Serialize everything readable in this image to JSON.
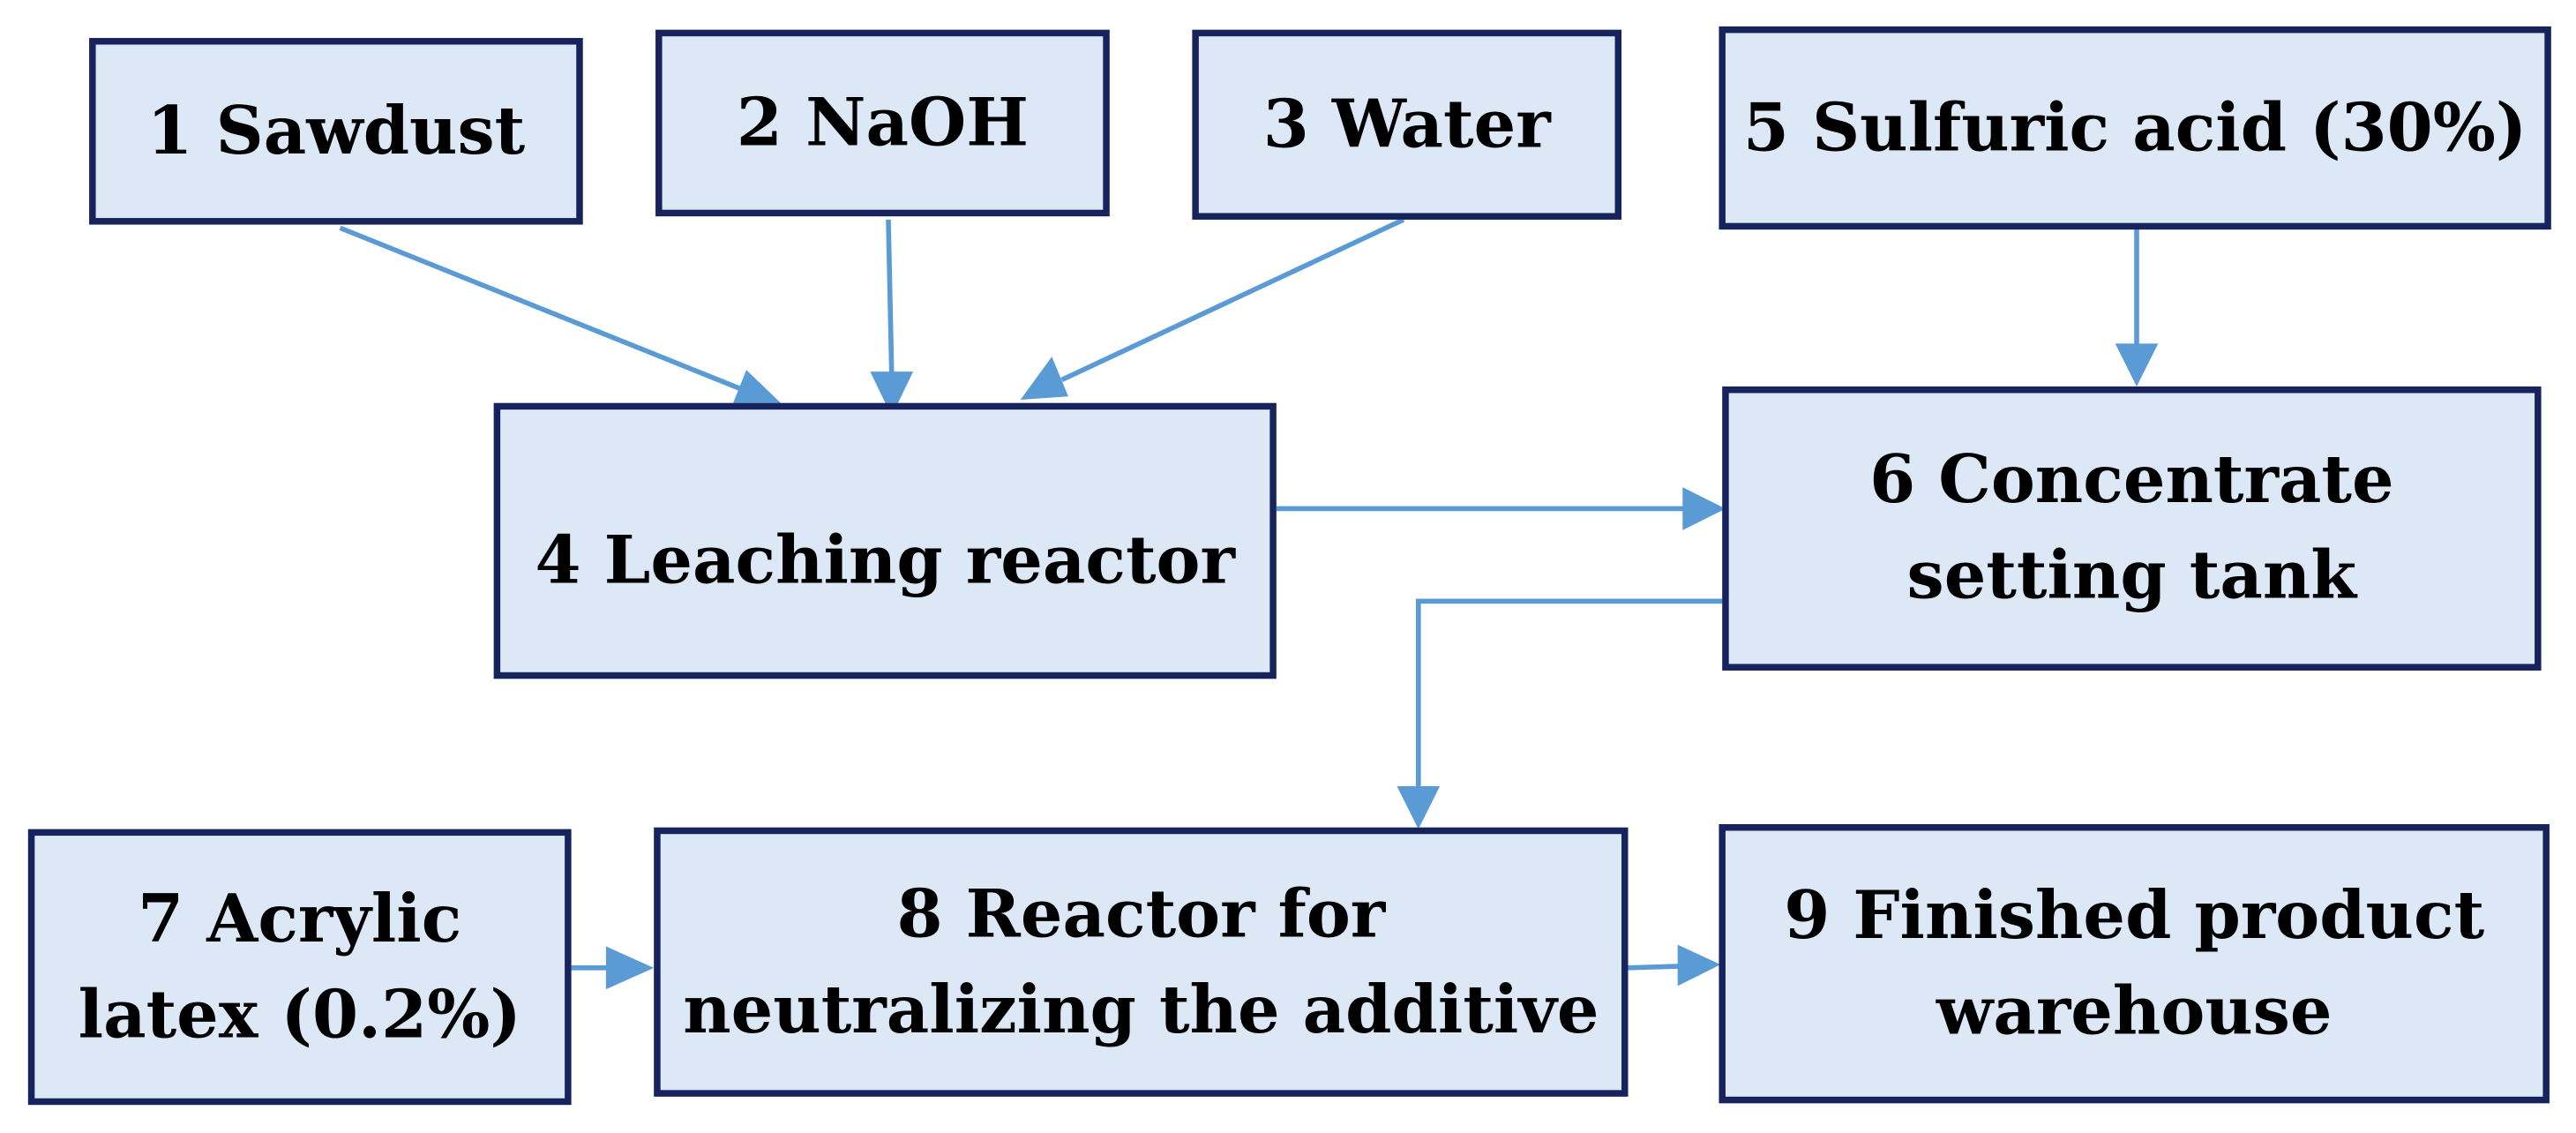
{
  "colors": {
    "box_fill": "#dde8f6",
    "box_border": "#16235c",
    "arrow": "#5b9bd5",
    "text": "#000000"
  },
  "nodes": {
    "sawdust": "1 Sawdust",
    "naoh": "2 NaOH",
    "water": "3 Water",
    "sulfuric_acid": "5 Sulfuric acid (30%)",
    "leaching_reactor": "4 Leaching reactor",
    "concentrate_tank": {
      "line1": "6 Concentrate",
      "line2": "setting tank"
    },
    "acrylic_latex": {
      "line1": "7 Acrylic",
      "line2": "latex (0.2%)"
    },
    "neutralizing_reactor": {
      "line1": "8 Reactor for",
      "line2": "neutralizing the additive"
    },
    "warehouse": {
      "line1": "9 Finished product",
      "line2": "warehouse"
    }
  },
  "edges": [
    {
      "from": "1 Sawdust",
      "to": "4 Leaching reactor"
    },
    {
      "from": "2 NaOH",
      "to": "4 Leaching reactor"
    },
    {
      "from": "3 Water",
      "to": "4 Leaching reactor"
    },
    {
      "from": "5 Sulfuric acid (30%)",
      "to": "6 Concentrate setting tank"
    },
    {
      "from": "4 Leaching reactor",
      "to": "6 Concentrate setting tank"
    },
    {
      "from": "6 Concentrate setting tank",
      "to": "8 Reactor for neutralizing the additive"
    },
    {
      "from": "7 Acrylic latex (0.2%)",
      "to": "8 Reactor for neutralizing the additive"
    },
    {
      "from": "8 Reactor for neutralizing the additive",
      "to": "9 Finished product warehouse"
    }
  ]
}
